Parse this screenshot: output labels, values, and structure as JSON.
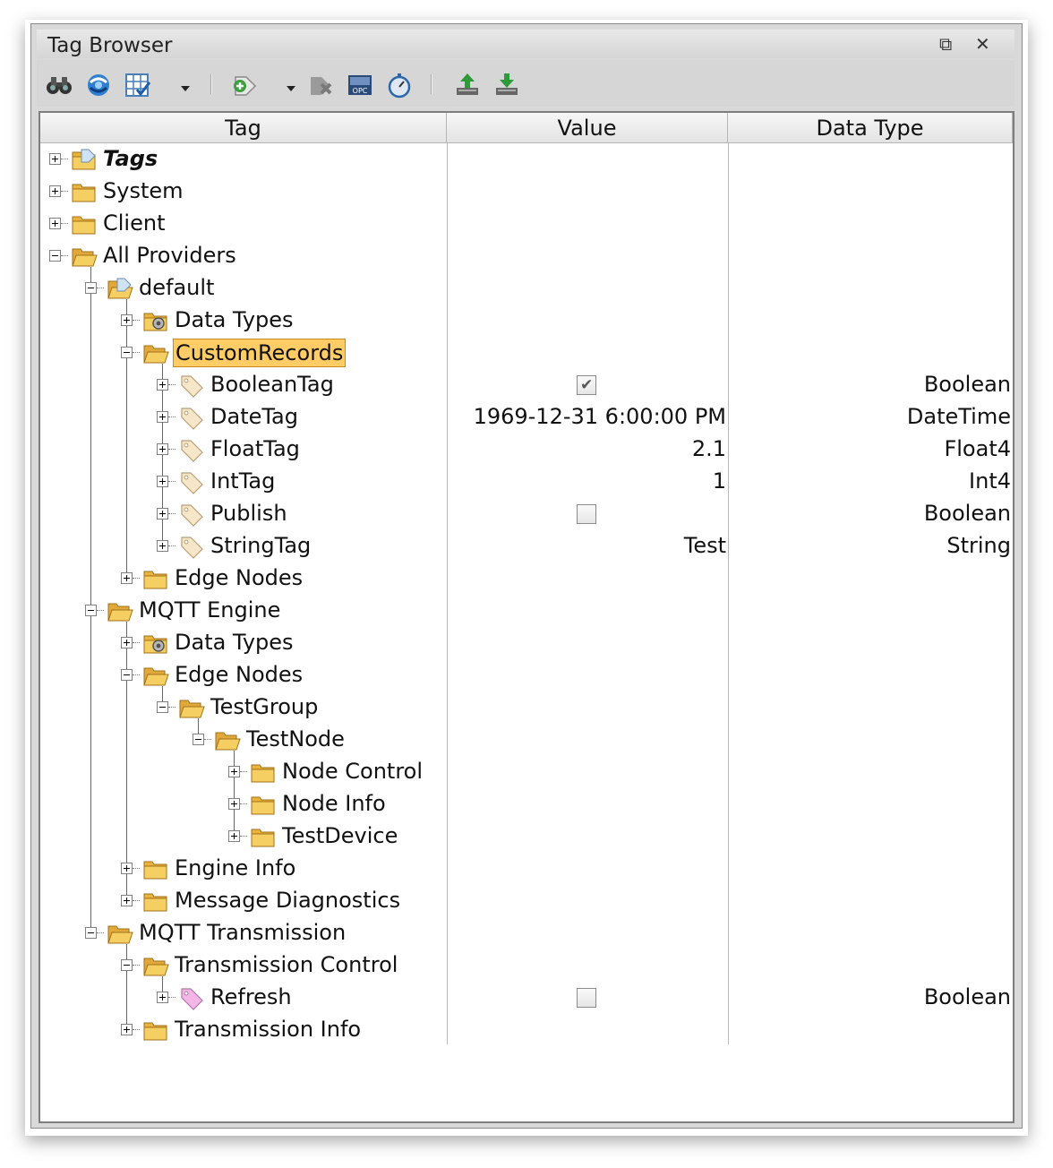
{
  "window": {
    "title": "Tag Browser",
    "restore_glyph": "⧉",
    "close_glyph": "✕"
  },
  "toolbar": {
    "buttons": [
      {
        "icon": "binoculars-icon"
      },
      {
        "icon": "refresh-globe-icon"
      },
      {
        "icon": "grid-check-icon"
      },
      {
        "icon": "dropdown-arrow-icon"
      },
      {
        "icon": "add-tag-icon"
      },
      {
        "icon": "dropdown-arrow-icon"
      },
      {
        "icon": "delete-tag-icon"
      },
      {
        "icon": "opc-icon"
      },
      {
        "icon": "stopwatch-icon"
      },
      {
        "icon": "export-icon"
      },
      {
        "icon": "import-icon"
      }
    ]
  },
  "columns": {
    "tag": "Tag",
    "value": "Value",
    "data_type": "Data Type"
  },
  "tree": [
    {
      "label": "Tags",
      "depth": 0,
      "toggle": "plus",
      "icon": "tag-folder-icon",
      "style": "italic"
    },
    {
      "label": "System",
      "depth": 0,
      "toggle": "plus",
      "icon": "folder-icon"
    },
    {
      "label": "Client",
      "depth": 0,
      "toggle": "plus",
      "icon": "folder-icon"
    },
    {
      "label": "All Providers",
      "depth": 0,
      "toggle": "minus",
      "icon": "open-folder-icon"
    },
    {
      "label": "default",
      "depth": 1,
      "toggle": "minus",
      "icon": "open-tag-folder-icon"
    },
    {
      "label": "Data Types",
      "depth": 2,
      "toggle": "plus",
      "icon": "udt-folder-icon"
    },
    {
      "label": "CustomRecords",
      "depth": 2,
      "toggle": "minus",
      "icon": "open-folder-icon",
      "selected": true
    },
    {
      "label": "BooleanTag",
      "depth": 3,
      "toggle": "plus",
      "icon": "tag-icon",
      "value_type": "checkbox",
      "checked": true,
      "value": "",
      "data_type": "Boolean"
    },
    {
      "label": "DateTag",
      "depth": 3,
      "toggle": "plus",
      "icon": "tag-icon",
      "value": "1969-12-31 6:00:00 PM",
      "data_type": "DateTime"
    },
    {
      "label": "FloatTag",
      "depth": 3,
      "toggle": "plus",
      "icon": "tag-icon",
      "value": "2.1",
      "data_type": "Float4"
    },
    {
      "label": "IntTag",
      "depth": 3,
      "toggle": "plus",
      "icon": "tag-icon",
      "value": "1",
      "data_type": "Int4"
    },
    {
      "label": "Publish",
      "depth": 3,
      "toggle": "plus",
      "icon": "tag-icon",
      "value_type": "checkbox",
      "checked": false,
      "value": "",
      "data_type": "Boolean"
    },
    {
      "label": "StringTag",
      "depth": 3,
      "toggle": "plus",
      "icon": "tag-icon",
      "value": "Test",
      "data_type": "String"
    },
    {
      "label": "Edge Nodes",
      "depth": 2,
      "toggle": "plus",
      "icon": "folder-icon"
    },
    {
      "label": "MQTT Engine",
      "depth": 1,
      "toggle": "minus",
      "icon": "open-folder-icon"
    },
    {
      "label": "Data Types",
      "depth": 2,
      "toggle": "plus",
      "icon": "udt-folder-icon"
    },
    {
      "label": "Edge Nodes",
      "depth": 2,
      "toggle": "minus",
      "icon": "open-folder-icon"
    },
    {
      "label": "TestGroup",
      "depth": 3,
      "toggle": "minus",
      "icon": "open-folder-icon"
    },
    {
      "label": "TestNode",
      "depth": 4,
      "toggle": "minus",
      "icon": "open-folder-icon"
    },
    {
      "label": "Node Control",
      "depth": 5,
      "toggle": "plus",
      "icon": "folder-icon"
    },
    {
      "label": "Node Info",
      "depth": 5,
      "toggle": "plus",
      "icon": "folder-icon"
    },
    {
      "label": "TestDevice",
      "depth": 5,
      "toggle": "plus",
      "icon": "folder-icon"
    },
    {
      "label": "Engine Info",
      "depth": 2,
      "toggle": "plus",
      "icon": "folder-icon"
    },
    {
      "label": "Message Diagnostics",
      "depth": 2,
      "toggle": "plus",
      "icon": "folder-icon"
    },
    {
      "label": "MQTT Transmission",
      "depth": 1,
      "toggle": "minus",
      "icon": "open-folder-icon"
    },
    {
      "label": "Transmission Control",
      "depth": 2,
      "toggle": "minus",
      "icon": "open-folder-icon"
    },
    {
      "label": "Refresh",
      "depth": 3,
      "toggle": "plus",
      "icon": "memory-tag-icon",
      "value_type": "checkbox",
      "checked": false,
      "value": "",
      "data_type": "Boolean"
    },
    {
      "label": "Transmission Info",
      "depth": 2,
      "toggle": "plus",
      "icon": "folder-icon"
    }
  ]
}
